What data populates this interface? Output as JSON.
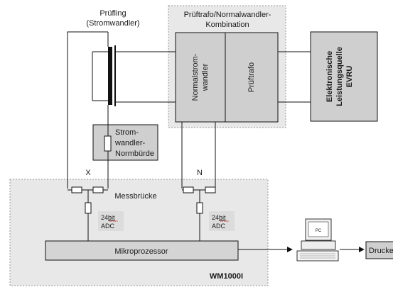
{
  "colors": {
    "line": "#111111",
    "panel_fill": "#e6e6e6",
    "panel_border": "#9a9a9a",
    "box_fill": "#cfcfcf",
    "adc_fill": "#e1e1e1",
    "dashed_red": "#c81e1e",
    "background": "#ffffff"
  },
  "labels": {
    "pruefling_line1": "Prüfling",
    "pruefling_line2": "(Stromwandler)",
    "combo_title_line1": "Prüftrafo/Normalwandler-",
    "combo_title_line2": "Kombination",
    "normalstrom_line1": "Normalstrom-",
    "normalstrom_line2": "wandler",
    "prueftrafo": "Prüftrafo",
    "evru_line1": "Elektronische",
    "evru_line2": "Leistungsquelle",
    "evru_line3": "EVRU",
    "buerde_line1": "Strom-",
    "buerde_line2": "wandler-",
    "buerde_line3": "Normbürde",
    "x_label": "X",
    "n_label": "N",
    "messbruecke": "Messbrücke",
    "adc_left_line1_num": "24",
    "adc_left_line1_bit": "bit",
    "adc_left_line2": "ADC",
    "adc_right_line1_num": "24",
    "adc_right_line1_bit": "bit",
    "adc_right_line2": "ADC",
    "mikroprozessor": "Mikroprozessor",
    "wm": "WM1000I",
    "pc_screen": "PC",
    "drucker": "Drucker"
  }
}
